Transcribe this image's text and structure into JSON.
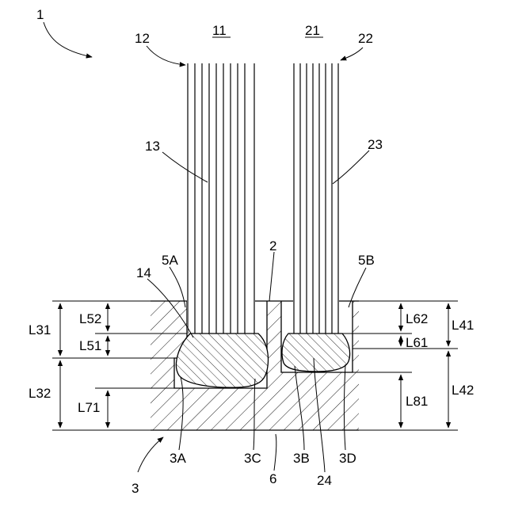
{
  "figure": {
    "labels": {
      "assembly": "1",
      "base": "2",
      "substrate": "3",
      "recess_a": "3A",
      "recess_b": "3B",
      "corner_c": "3C",
      "corner_d": "3D",
      "slot_a": "5A",
      "slot_b": "5B",
      "bottom": "6",
      "cable1": "11",
      "cable1_arrow": "12",
      "cable1_wires": "13",
      "cable1_weld": "14",
      "cable2": "21",
      "cable2_arrow": "22",
      "cable2_wires": "23",
      "cable2_weld": "24"
    },
    "dimensions": {
      "L31": "L31",
      "L32": "L32",
      "L41": "L41",
      "L42": "L42",
      "L51": "L51",
      "L52": "L52",
      "L61": "L61",
      "L62": "L62",
      "L71": "L71",
      "L81": "L81"
    }
  }
}
